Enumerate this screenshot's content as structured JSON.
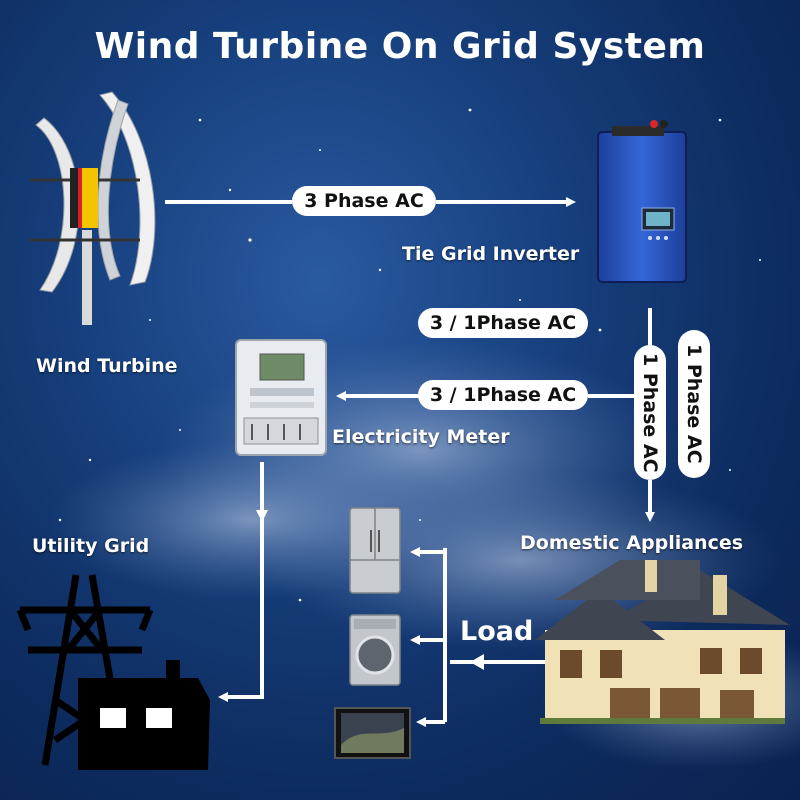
{
  "title": "Wind Turbine On Grid System",
  "labels": {
    "wind_turbine": "Wind Turbine",
    "inverter": "Tie Grid Inverter",
    "meter": "Electricity Meter",
    "utility_grid": "Utility Grid",
    "appliances": "Domestic Appliances",
    "load": "Load"
  },
  "flows": {
    "turbine_to_inverter": "3 Phase AC",
    "inverter_output": "3 / 1Phase AC",
    "inverter_to_meter": "3 / 1Phase AC",
    "inverter_to_house_a": "1 Phase AC",
    "inverter_to_house_b": "1 Phase AC"
  },
  "colors": {
    "sky_dark": "#0d2b5e",
    "sky_mid": "#1a4a8e",
    "inverter_blue": "#2f5fd0",
    "house_wall": "#f0e2b6",
    "roof": "#3f4652",
    "arrow": "#ffffff"
  }
}
